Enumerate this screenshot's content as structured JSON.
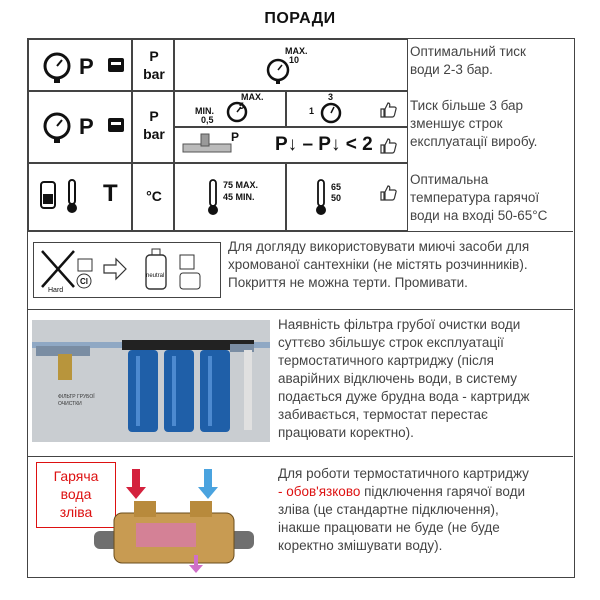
{
  "title": "ПОРАДИ",
  "section1": {
    "row1": {
      "unit_p": "P",
      "unit_bar": "bar",
      "gauge_label": "MAX.",
      "gauge_value": "10",
      "text": [
        "Оптимальний тиск",
        "води 2-3 бар."
      ]
    },
    "row2": {
      "unit_p": "P",
      "unit_bar": "bar",
      "gauge_min_label": "MIN.",
      "gauge_min_value": "0,5",
      "gauge_max_label": "MAX.",
      "gauge_max_value": "5",
      "gauge_opt_value_top": "3",
      "gauge_opt_value_left": "1",
      "valve_label": "P",
      "formula": "P↓ – P↓ < 2",
      "text": [
        "Тиск більше 3 бар",
        "зменшує строк",
        "експлуатації виробу."
      ]
    },
    "row3": {
      "big_t": "T",
      "unit_c": "°C",
      "temp_max": "75 MAX.",
      "temp_min": "45 MIN.",
      "temp_hi": "65",
      "temp_lo": "50",
      "text": [
        "Оптимальна",
        "температура гарячої",
        "води на вході 50-65°C"
      ]
    }
  },
  "section2": {
    "icon_label_hard": "Hard",
    "icon_label_cl": "Cl",
    "bottle_label": "neutral",
    "text": [
      "Для догляду використовувати миючі засоби для",
      "хромованої сантехніки (не містять розчинників).",
      "Покриття не можна терти. Промивати."
    ]
  },
  "section3": {
    "filter_caption": "ФІЛЬТР ГРУБОЇ ОЧИСТКИ",
    "text": [
      "Наявність фільтра грубої очистки води",
      "суттєво збільшує строк експлуатації",
      "термостатичного картриджу (після",
      "аварійних відключень води, в систему",
      "подається дуже брудна вода - картридж",
      "забивається, термостат перестає",
      "працювати коректно)."
    ]
  },
  "section4": {
    "hot_box": [
      "Гаряча",
      "вода",
      "зліва"
    ],
    "text_pre": "Для роботи термостатичного картриджу",
    "text_red_prefix": "- ",
    "text_red": "обов'язково",
    "text_after_red": " підключення гарячої води",
    "text_rest": [
      "зліва (це стандартне підключення),",
      "інакше працювати не буде (не буде",
      "коректно змішувати воду)."
    ]
  },
  "colors": {
    "border": "#444444",
    "text": "#444444",
    "accent_red": "#dd1111",
    "hot_arrow": "#d4213d",
    "cold_arrow": "#4aa3df",
    "filter_blue": "#1f5fa8"
  }
}
